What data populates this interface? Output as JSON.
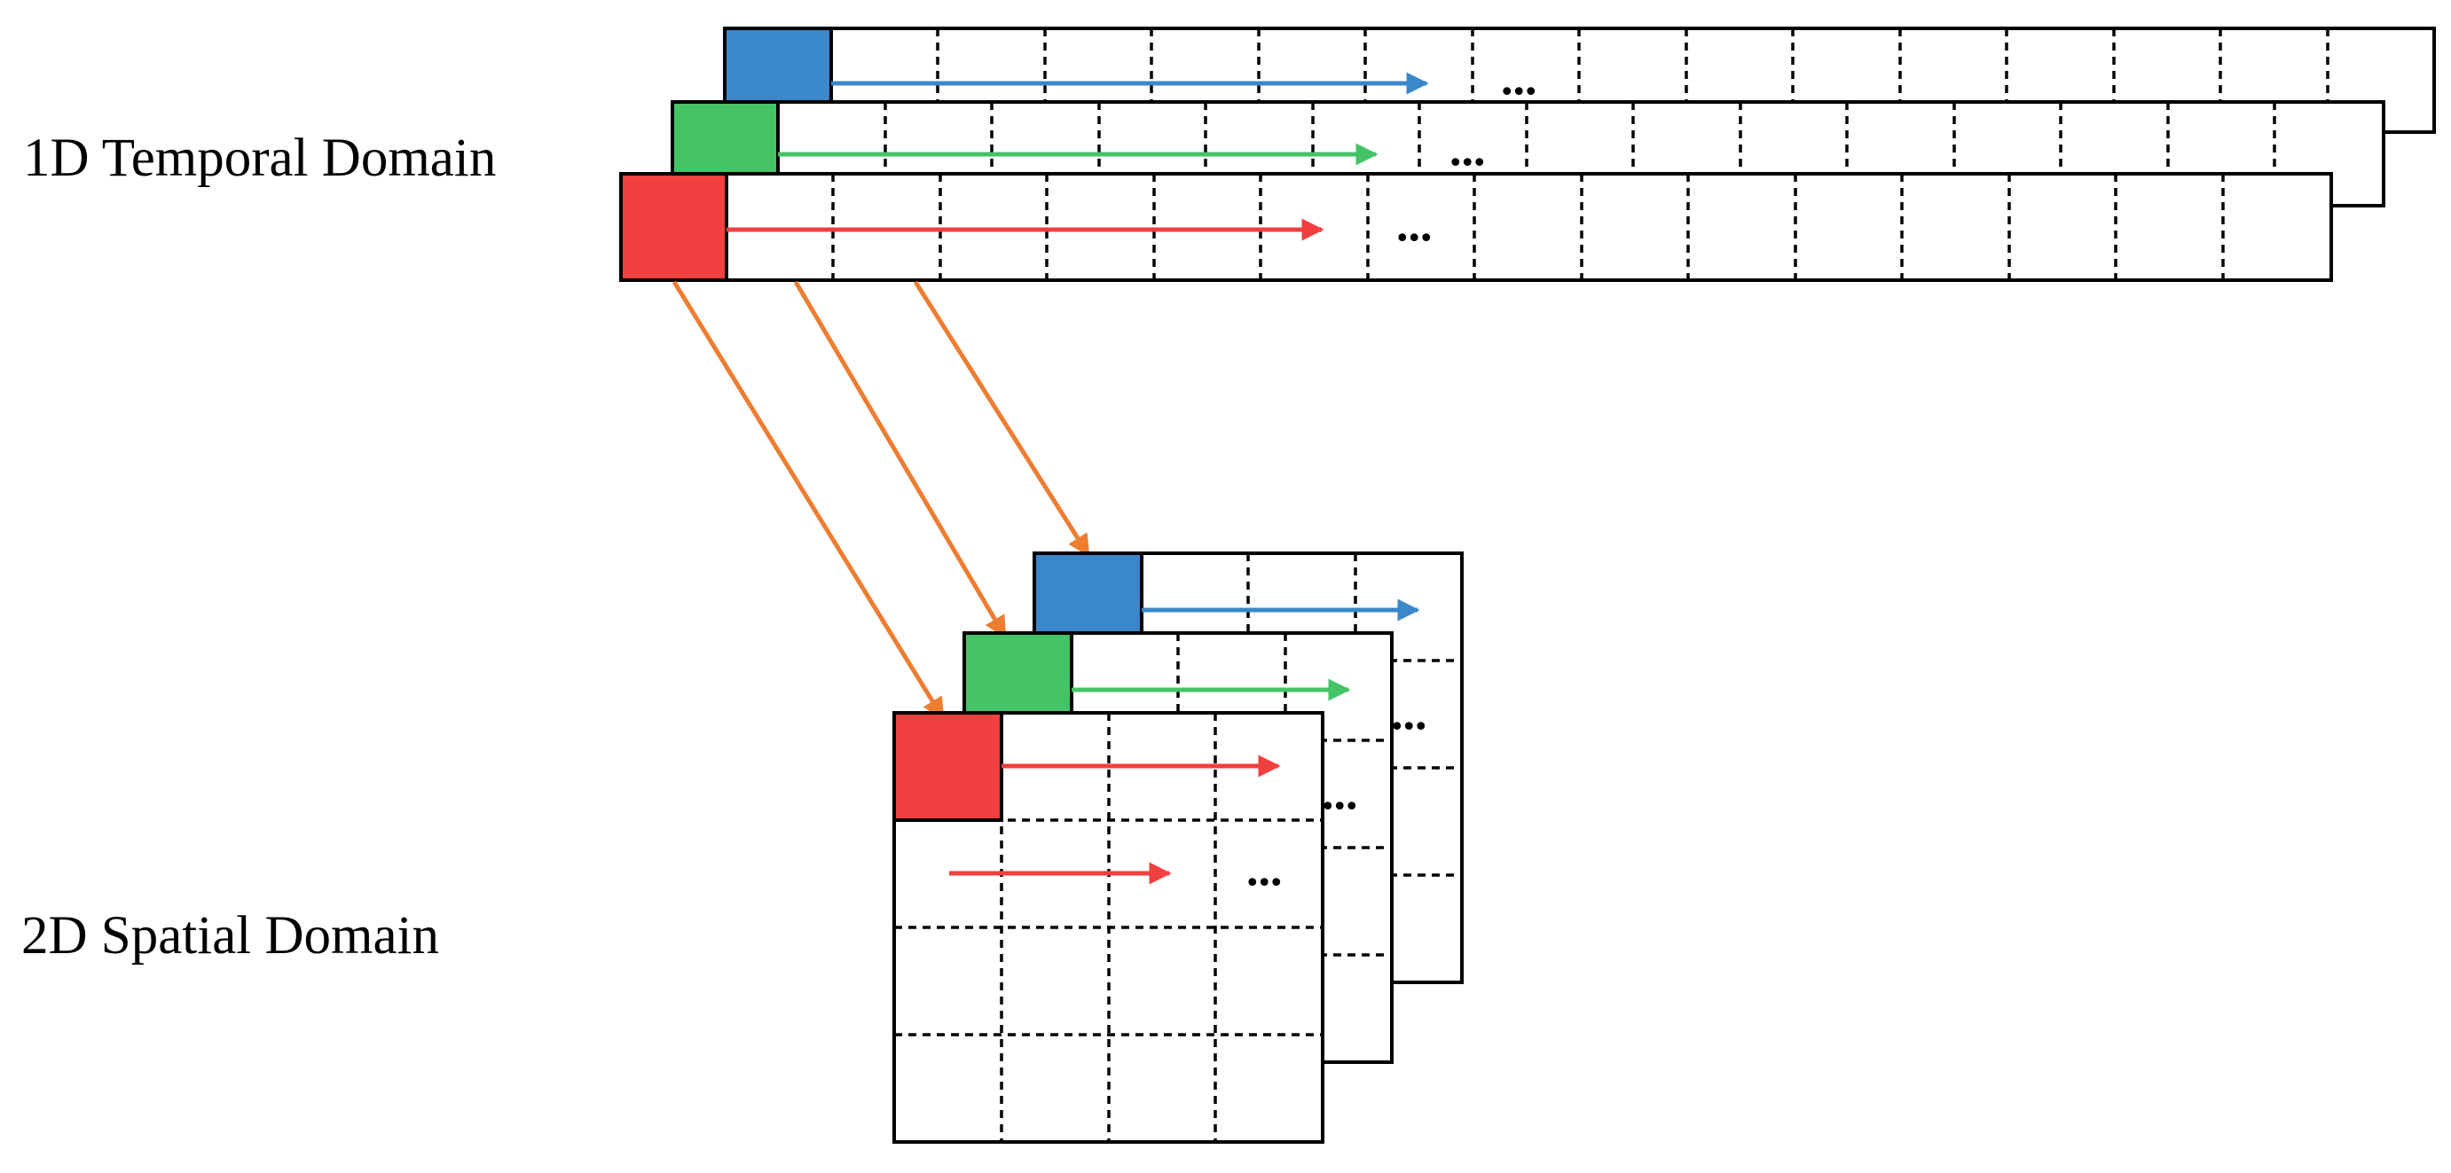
{
  "labels": {
    "temporal": "1D Temporal Domain",
    "spatial": "2D Spatial Domain",
    "ellipsis": "..."
  },
  "colors": {
    "blue": "#3A87CC",
    "green": "#44C367",
    "red": "#F23F3F",
    "mapping_arrow": "#ED7D31",
    "outline": "#000000"
  },
  "sequences": [
    {
      "name": "blue-sequence",
      "color": "#3A87CC"
    },
    {
      "name": "green-sequence",
      "color": "#44C367"
    },
    {
      "name": "red-sequence",
      "color": "#F23F3F"
    }
  ],
  "icons": {
    "scan_arrow": "arrow-right-icon",
    "mapping_arrow": "arrow-diagonal-icon"
  }
}
